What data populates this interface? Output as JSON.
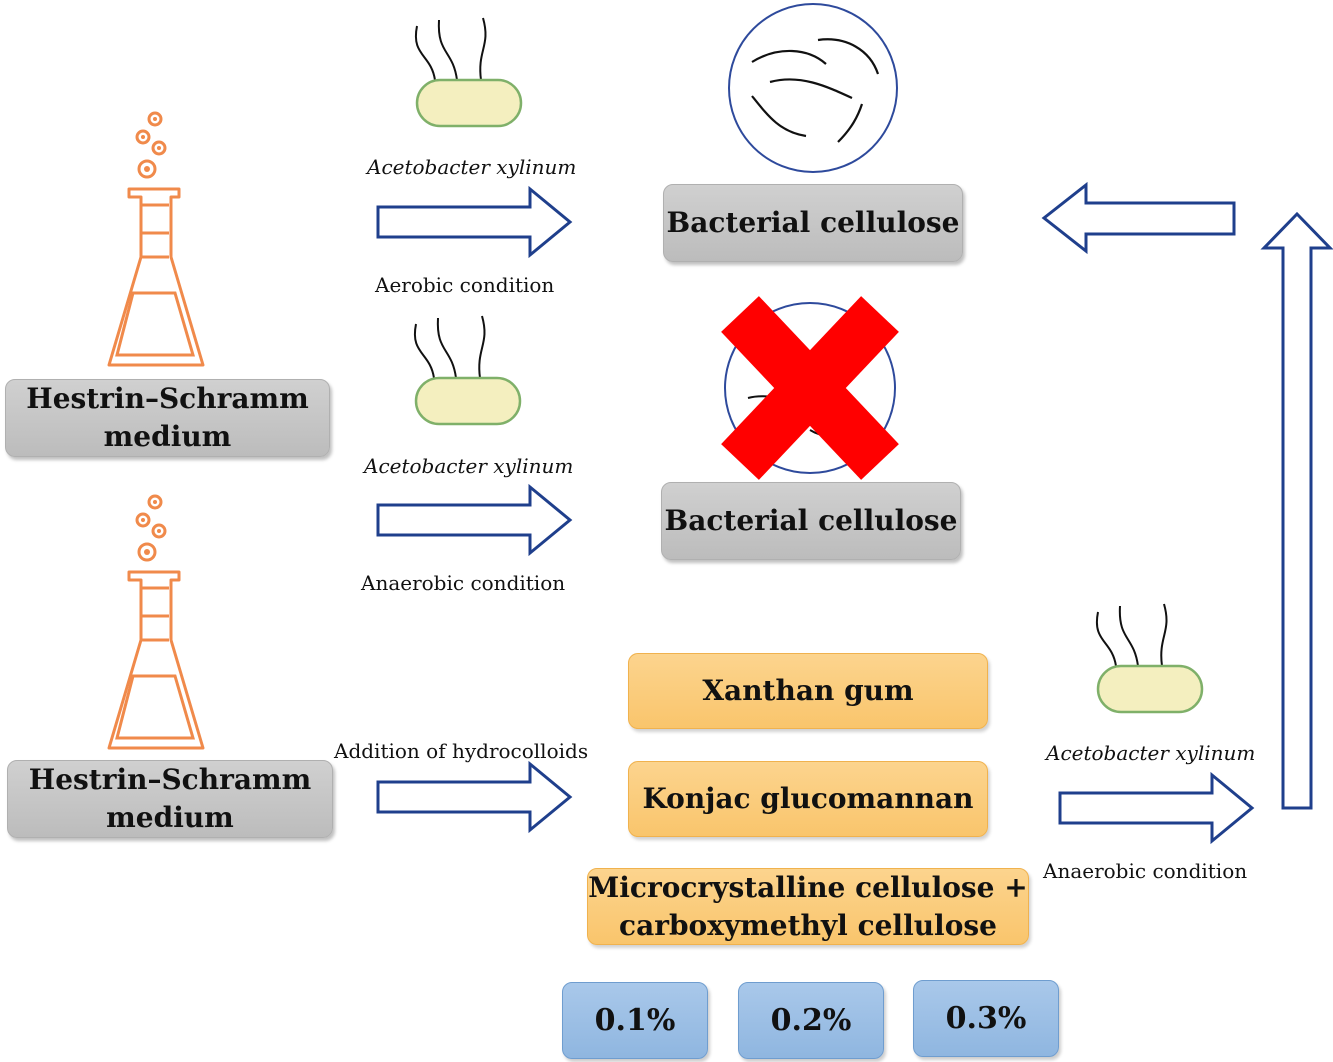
{
  "medium": {
    "top": {
      "line1": "Hestrin–Schramm",
      "line2": "medium"
    },
    "bottom": {
      "line1": "Hestrin–Schramm",
      "line2": "medium"
    }
  },
  "organism": {
    "top": "Acetobacter xylinum",
    "middle": "Acetobacter xylinum",
    "right": "Acetobacter xylinum"
  },
  "conditions": {
    "aerobic": "Aerobic condition",
    "anaerobic_middle": "Anaerobic condition",
    "anaerobic_right": "Anaerobic condition",
    "hydrocolloids": "Addition of hydrocolloids"
  },
  "products": {
    "top": "Bacterial cellulose",
    "middle": "Bacterial cellulose"
  },
  "hydrocolloids": {
    "xanthan": "Xanthan gum",
    "konjac": "Konjac glucomannan",
    "mcc_line1": "Microcrystalline cellulose +",
    "mcc_line2": "carboxymethyl cellulose"
  },
  "concentrations": [
    "0.1%",
    "0.2%",
    "0.3%"
  ],
  "colors": {
    "arrow_stroke": "#1f3f8c",
    "flask": "#f08a4b",
    "bacterium_fill": "#f4efbf",
    "bacterium_stroke": "#7fb069",
    "cross": "#ff0000",
    "circle_stroke": "#2e4a9c"
  },
  "icons": [
    "flask-icon",
    "bacterium-icon",
    "cellulose-fiber-icon",
    "cross-icon",
    "arrow-icon"
  ]
}
